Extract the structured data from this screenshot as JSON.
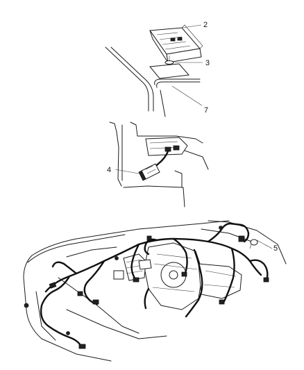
{
  "callouts": [
    {
      "id": "c2",
      "label": "2"
    },
    {
      "id": "c3",
      "label": "3"
    },
    {
      "id": "c7",
      "label": "7"
    },
    {
      "id": "c4",
      "label": "4"
    },
    {
      "id": "c5",
      "label": "5"
    }
  ],
  "colors": {
    "line": "#1a1a1a",
    "background": "#ffffff"
  }
}
